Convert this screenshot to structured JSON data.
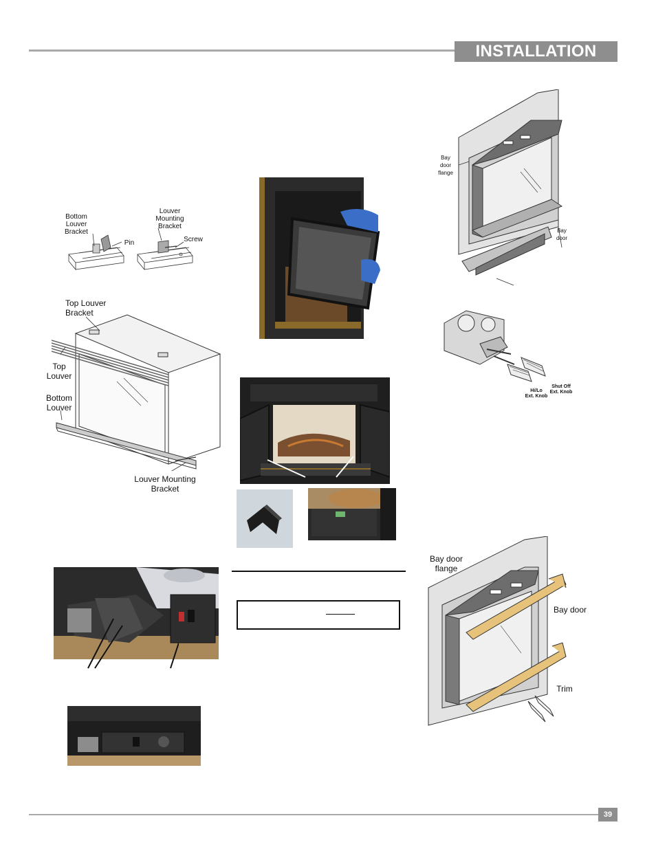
{
  "header": {
    "title": "INSTALLATION"
  },
  "footer": {
    "page_number": "39"
  },
  "louver_detail": {
    "bottom_louver_bracket": "Bottom\nLouver\nBracket",
    "pin": "Pin",
    "louver_mounting_bracket": "Louver\nMounting\nBracket",
    "screw": "Screw"
  },
  "louver_diagram": {
    "top_louver_bracket": "Top Louver\nBracket",
    "top_louver": "Top\nLouver",
    "bottom_louver": "Bottom\nLouver",
    "louver_mounting_bracket": "Louver Mounting\nBracket"
  },
  "bay_door_top": {
    "bay_door_flange": "Bay\ndoor\nflange",
    "bay_door": "Bay\ndoor"
  },
  "valve_diagram": {
    "hilo_knob": "Hi/Lo\nExt. Knob",
    "shutoff_knob": "Shut Off\nExt. Knob"
  },
  "bay_door_bottom": {
    "bay_door_flange": "Bay door\nflange",
    "bay_door": "Bay door",
    "trim": "Trim"
  },
  "colors": {
    "header_bg": "#8e8e8e",
    "rule": "#a9a9a9",
    "trim_gold": "#e6c27a"
  }
}
